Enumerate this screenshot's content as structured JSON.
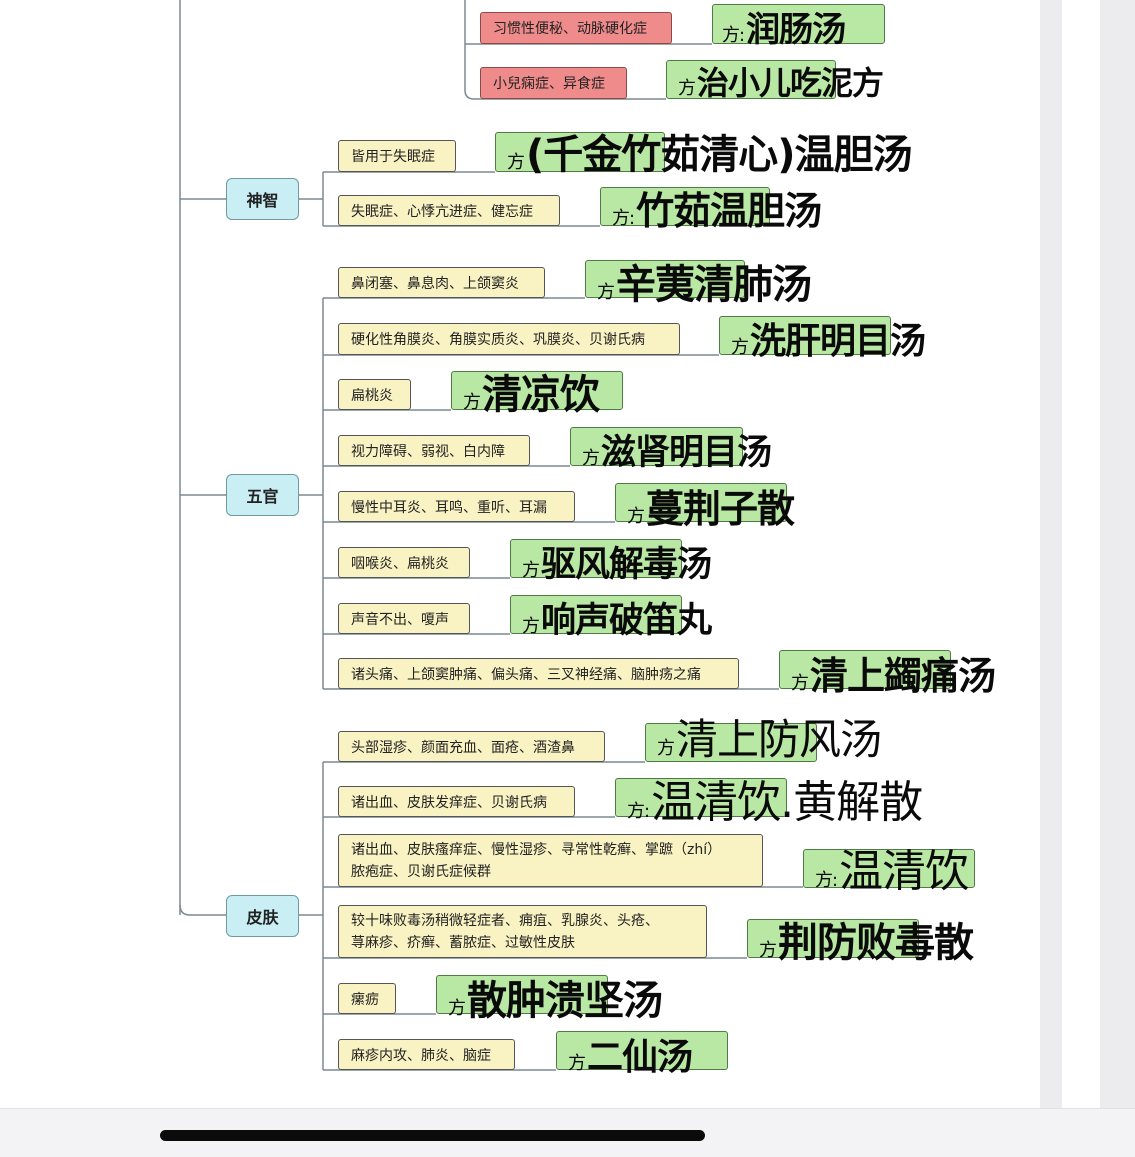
{
  "categories": {
    "shenzhi": "神智",
    "wuguan": "五官",
    "pifu": "皮肤"
  },
  "fang_prefix": "方",
  "top": [
    {
      "symptom": "习惯性便秘、动脉硬化症",
      "formula": "润肠汤",
      "prefix": "方:"
    },
    {
      "symptom": "小兒痫症、异食症",
      "formula": "治小儿吃泥方",
      "prefix": "方"
    }
  ],
  "shenzhi": [
    {
      "symptom": "皆用于失眠症",
      "formula": "(千金竹茹清心)温胆汤"
    },
    {
      "symptom": "失眠症、心悸亢进症、健忘症",
      "formula": "竹茹温胆汤",
      "prefix": "方:"
    }
  ],
  "wuguan": [
    {
      "symptom": "鼻闭塞、鼻息肉、上颌窦炎",
      "formula": "辛荑清肺汤"
    },
    {
      "symptom": "硬化性角膜炎、角膜实质炎、巩膜炎、贝谢氏病",
      "formula": "洗肝明目汤"
    },
    {
      "symptom": "扁桃炎",
      "formula": "清凉饮"
    },
    {
      "symptom": "视力障碍、弱视、白内障",
      "formula": "滋肾明目汤"
    },
    {
      "symptom": "慢性中耳炎、耳鸣、重听、耳漏",
      "formula": "蔓荆子散"
    },
    {
      "symptom": "咽喉炎、扁桃炎",
      "formula": "驱风解毒汤"
    },
    {
      "symptom": "声音不出、嗄声",
      "formula": "响声破笛丸"
    },
    {
      "symptom": "诸头痛、上颌窦肿痛、偏头痛、三叉神经痛、脑肿疡之痛",
      "formula": "清上蠲痛汤"
    }
  ],
  "pifu": [
    {
      "symptom": "头部湿疹、颜面充血、面疮、酒渣鼻",
      "formula": "清上防风汤"
    },
    {
      "symptom": "诸出血、皮肤发痒症、贝谢氏病",
      "formula": "温清饮.黄解散",
      "prefix": "方:"
    },
    {
      "lines": [
        "诸出血、皮肤瘙痒症、慢性湿疹、寻常性乾癣、掌蹠（zhí）",
        "脓疱症、贝谢氏症候群"
      ],
      "formula": "温清饮",
      "prefix": "方:"
    },
    {
      "lines": [
        "较十味败毒汤稍微轻症者、痈疽、乳腺炎、头疮、",
        "荨麻疹、疥癣、蓄脓症、过敏性皮肤"
      ],
      "formula": "荆防败毒散"
    },
    {
      "symptom": "瘰疬",
      "formula": "散肿溃坚汤"
    },
    {
      "symptom": "麻疹内攻、肺炎、脑症",
      "formula": "二仙汤"
    }
  ]
}
